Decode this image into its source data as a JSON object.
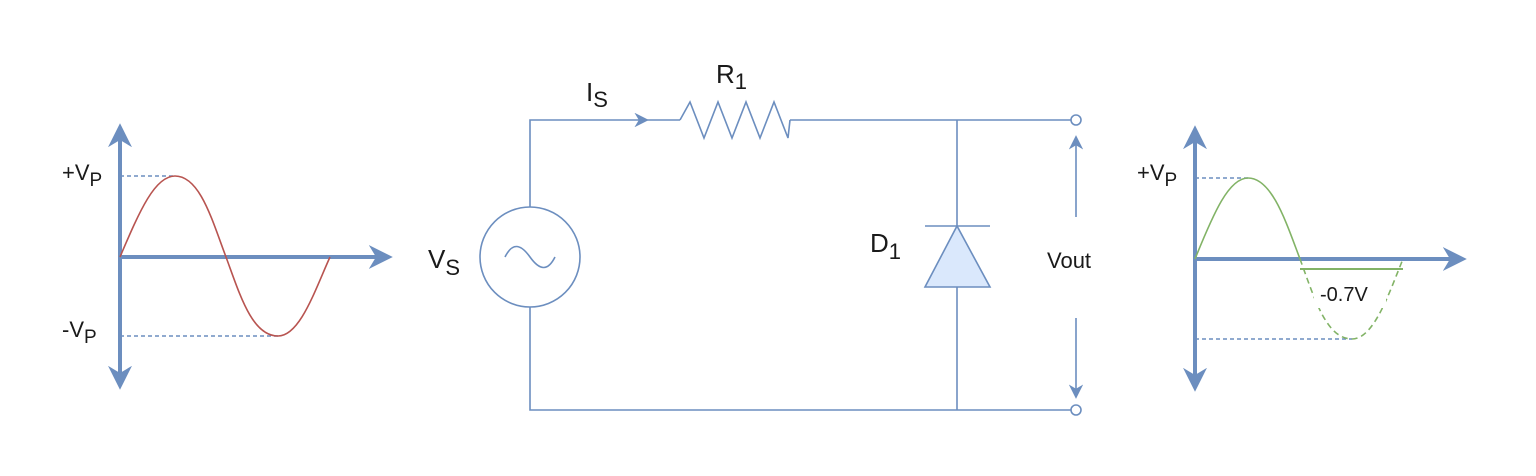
{
  "colors": {
    "wire": "#6c8ebf",
    "axis": "#6c8ebf",
    "input_wave": "#b85450",
    "output_wave": "#82b366",
    "diode_fill": "#dae8fc"
  },
  "input_graph": {
    "vp_pos": {
      "main": "+V",
      "sub": "P"
    },
    "vp_neg": {
      "main": "-V",
      "sub": "P"
    }
  },
  "output_graph": {
    "vp_pos": {
      "main": "+V",
      "sub": "P"
    },
    "clip_label": "-0.7V"
  },
  "circuit": {
    "source": {
      "main": "V",
      "sub": "S"
    },
    "current": {
      "main": "I",
      "sub": "S"
    },
    "resistor": {
      "main": "R",
      "sub": "1"
    },
    "diode": {
      "main": "D",
      "sub": "1"
    },
    "output_label": "Vout"
  }
}
